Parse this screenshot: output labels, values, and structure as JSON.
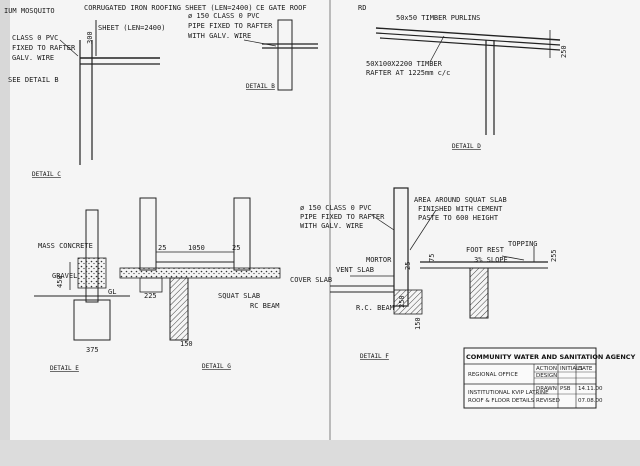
{
  "top_strip": {
    "roof_text": "IUM MOSQUITO",
    "sheet_text": "CORRUGATED IRON ROOFING SHEET (LEN=2400)",
    "sheet_text_2": "SHEET (LEN=2400)",
    "corner_text": "CE GATE ROOF",
    "rd_text": "RD"
  },
  "detail_c": {
    "caption": "DETAIL C",
    "pipe_note_1": "CLASS 0 PVC",
    "pipe_note_2": "FIXED TO RAFTER",
    "pipe_note_3": "GALV. WIRE",
    "ref_note": "SEE DETAIL B",
    "dim": "300"
  },
  "detail_b": {
    "caption": "DETAIL B",
    "note_1": "ø 150 CLASS 0 PVC",
    "note_2": "PIPE FIXED TO RAFTER",
    "note_3": "WITH GALV. WIRE"
  },
  "detail_d": {
    "caption": "DETAIL D",
    "purlins": "50x50 TIMBER PURLINS",
    "rafter_1": "50X100X2200 TIMBER",
    "rafter_2": "RAFTER AT 1225mm c/c",
    "dim": "250"
  },
  "detail_e": {
    "caption": "DETAIL E",
    "mass_concrete": "MASS CONCRETE",
    "gravel": "GRAVEL",
    "gl": "GL",
    "dim_450": "450",
    "dim_375": "375"
  },
  "detail_g": {
    "caption": "DETAIL G",
    "dim_25a": "25",
    "dim_1050": "1050",
    "dim_25b": "25",
    "dim_225": "225",
    "squat_slab": "SQUAT SLAB",
    "rc_beam": "RC BEAM",
    "dim_150": "150"
  },
  "detail_f": {
    "caption": "DETAIL F",
    "pipe_1": "ø 150 CLASS 0 PVC",
    "pipe_2": "PIPE FIXED TO RAFTER",
    "pipe_3": "WITH GALV. WIRE",
    "area_1": "AREA AROUND SQUAT SLAB",
    "area_2": "FINISHED WITH CEMENT",
    "area_3": "PASTE TO 600 HEIGHT",
    "mortor": "MORTOR",
    "vent_slab": "VENT SLAB",
    "cover_slab": "COVER SLAB",
    "rc_beam": "R.C. BEAM",
    "foot_rest": "FOOT REST",
    "slope": "3% SLOPE",
    "topping": "TOPPING",
    "dim_75": "75",
    "dim_25": "25",
    "dim_255": "255",
    "dim_250": "250",
    "dim_150": "150"
  },
  "title_block": {
    "agency": "COMMUNITY WATER AND SANITATION AGENCY",
    "office": "REGIONAL OFFICE",
    "project": "INSTITUTIONAL KVIP LATRINE",
    "sheet": "ROOF & FLOOR DETAILS",
    "col_action": "ACTION",
    "col_initials": "INITIALS",
    "col_date": "DATE",
    "row_design": "DESIGN",
    "row_drawn": "DRAWN",
    "row_revised": "REVISED",
    "drawn_init": "PSB",
    "drawn_date": "14.11.00",
    "revised_date": "07.08.00"
  },
  "colors": {
    "ink": "#1a1a1a",
    "paper": "#f4f4f4",
    "hatch": "#555555"
  }
}
